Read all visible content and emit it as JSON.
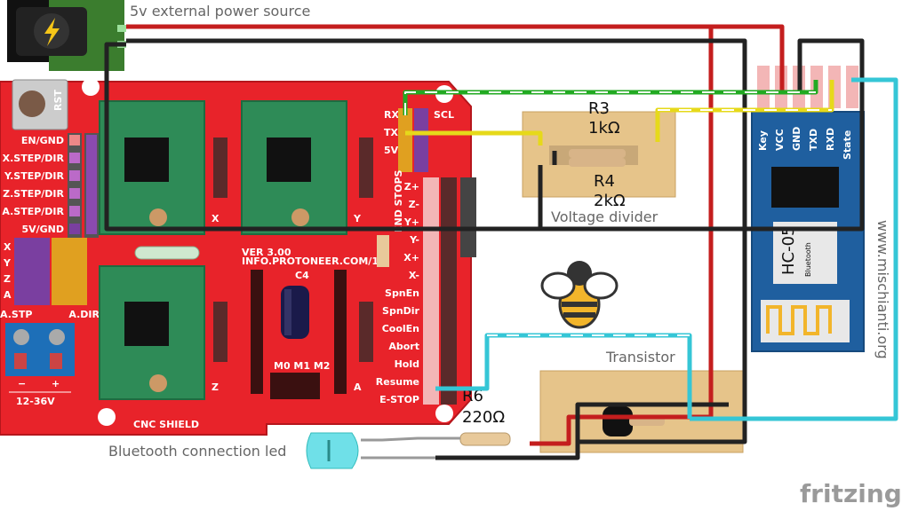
{
  "labels": {
    "power_source": "5v external power source",
    "r3_name": "R3",
    "r3_value": "1kΩ",
    "r4_name": "R4",
    "r4_value": "2kΩ",
    "voltage_divider": "Voltage divider",
    "transistor": "Transistor",
    "r6_name": "R6",
    "r6_value": "220Ω",
    "bt_led": "Bluetooth connection led",
    "website": "www.mischianti.org",
    "fritzing": "fritzing"
  },
  "cnc_shield": {
    "title": "CNC SHIELD",
    "rst": "RST",
    "left_pins": [
      "EN/GND",
      "X.STEP/DIR",
      "Y.STEP/DIR",
      "Z.STEP/DIR",
      "A.STEP/DIR",
      "5V/GND"
    ],
    "axis_letters": [
      "X",
      "Y",
      "Z",
      "A"
    ],
    "stepper_labels": [
      "X",
      "Y",
      "Z",
      "A"
    ],
    "a_stp": "A.STP",
    "a_dir": "A.DIR",
    "voltage": "12-36V",
    "minus": "−",
    "plus": "+",
    "version": "VER 3.00",
    "site": "INFO.PROTONEER.COM/1",
    "cap": "C4",
    "microstep": "M0 M1 M2",
    "ends": "END STOPS",
    "endstop_pins": [
      "Z+",
      "Z-",
      "Y+",
      "Y-",
      "X+",
      "X-"
    ],
    "control_pins": [
      "SpnEn",
      "SpnDir",
      "CoolEn",
      "Abort",
      "Hold",
      "Resume",
      "E-STOP"
    ],
    "uart": [
      "RX",
      "TX",
      "5V",
      "SCL"
    ]
  },
  "hc05": {
    "pins": [
      "Key",
      "VCC",
      "GND",
      "TXD",
      "RXD",
      "State"
    ],
    "model": "HC-05",
    "sub": "Bluetooth"
  },
  "colors": {
    "board": "#e8232a",
    "driver": "#2e8b57",
    "module": "#1f5f9f",
    "wire_red": "#c41e1e",
    "wire_black": "#222222",
    "wire_green": "#22aa22",
    "wire_yellow": "#e6d91a",
    "wire_cyan": "#35c6d6",
    "proto_board": "#e6c48a"
  }
}
